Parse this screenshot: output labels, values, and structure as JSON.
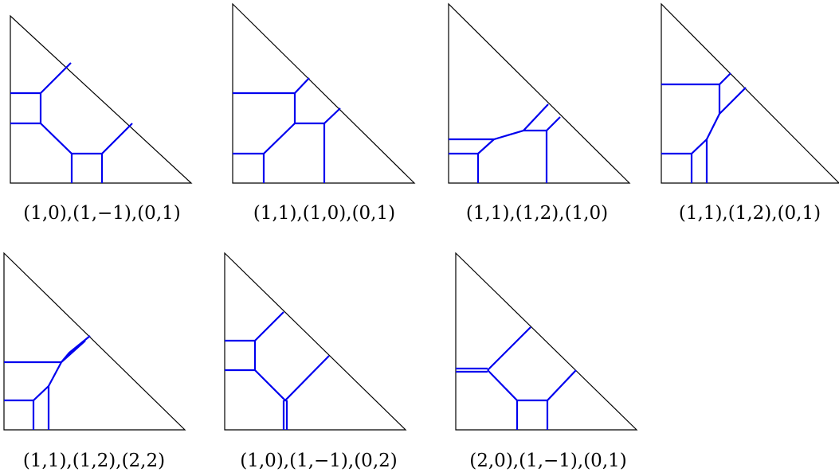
{
  "colors": {
    "outline": "#000000",
    "tropical_curve": "#0000ee",
    "background": "#ffffff"
  },
  "panels": [
    {
      "caption": "(1,0),(1,−1),(0,1)"
    },
    {
      "caption": "(1,1),(1,0),(0,1)"
    },
    {
      "caption": "(1,1),(1,2),(1,0)"
    },
    {
      "caption": "(1,1),(1,2),(0,1)"
    },
    {
      "caption": "(1,1),(1,2),(2,2)"
    },
    {
      "caption": "(1,0),(1,−1),(0,2)"
    },
    {
      "caption": "(2,0),(1,−1),(0,1)"
    }
  ]
}
